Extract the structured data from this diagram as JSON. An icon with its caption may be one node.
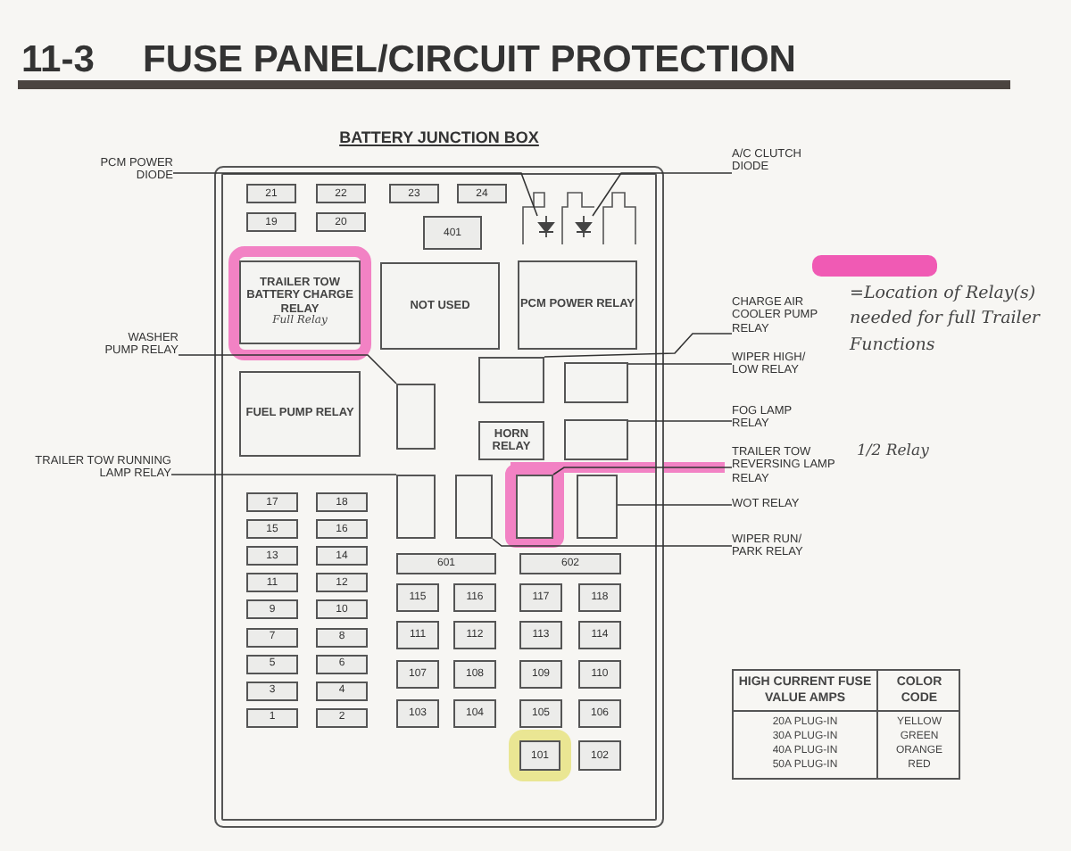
{
  "diagram": {
    "title": "FUSE PANEL/CIRCUIT PROTECTION",
    "nodes": [
      {
        "text": [
          "BATTERY JUNCTION BOX"
        ]
      },
      {
        "text": [
          "21"
        ],
        "in": 0
      },
      {
        "text": [
          "22"
        ],
        "in": 0
      },
      {
        "text": [
          "23"
        ],
        "in": 0
      },
      {
        "text": [
          "24"
        ],
        "in": 0
      },
      {
        "text": [
          "19"
        ],
        "in": 0
      },
      {
        "text": [
          "20"
        ],
        "in": 0
      },
      {
        "text": [
          "401"
        ],
        "in": 0
      },
      {
        "text": [],
        "shape": "diode",
        "in": 0
      },
      {
        "text": [],
        "shape": "diode",
        "in": 0
      },
      {
        "text": [
          "TRAILER TOW BATTERY CHARGE RELAY",
          "Full Relay"
        ],
        "in": 0
      },
      {
        "text": [
          "NOT USED"
        ],
        "in": 0
      },
      {
        "text": [
          "PCM POWER RELAY"
        ],
        "in": 0
      },
      {
        "text": [],
        "shape": "box",
        "in": 0
      },
      {
        "text": [],
        "shape": "box",
        "in": 0
      },
      {
        "text": [],
        "shape": "box",
        "in": 0
      },
      {
        "text": [
          "FUEL PUMP RELAY"
        ],
        "in": 0
      },
      {
        "text": [
          "HORN RELAY"
        ],
        "in": 0
      },
      {
        "text": [],
        "shape": "box",
        "in": 0
      },
      {
        "text": [],
        "shape": "box",
        "in": 0
      },
      {
        "text": [],
        "shape": "box",
        "in": 0
      },
      {
        "text": [],
        "shape": "box",
        "in": 0
      },
      {
        "text": [],
        "shape": "box",
        "in": 0
      },
      {
        "text": [
          "17"
        ],
        "in": 0
      },
      {
        "text": [
          "18"
        ],
        "in": 0
      },
      {
        "text": [
          "15"
        ],
        "in": 0
      },
      {
        "text": [
          "16"
        ],
        "in": 0
      },
      {
        "text": [
          "13"
        ],
        "in": 0
      },
      {
        "text": [
          "14"
        ],
        "in": 0
      },
      {
        "text": [
          "11"
        ],
        "in": 0
      },
      {
        "text": [
          "12"
        ],
        "in": 0
      },
      {
        "text": [
          "9"
        ],
        "in": 0
      },
      {
        "text": [
          "10"
        ],
        "in": 0
      },
      {
        "text": [
          "7"
        ],
        "in": 0
      },
      {
        "text": [
          "8"
        ],
        "in": 0
      },
      {
        "text": [
          "5"
        ],
        "in": 0
      },
      {
        "text": [
          "6"
        ],
        "in": 0
      },
      {
        "text": [
          "3"
        ],
        "in": 0
      },
      {
        "text": [
          "4"
        ],
        "in": 0
      },
      {
        "text": [
          "1"
        ],
        "in": 0
      },
      {
        "text": [
          "2"
        ],
        "in": 0
      },
      {
        "text": [
          "601"
        ],
        "in": 0
      },
      {
        "text": [
          "602"
        ],
        "in": 0
      },
      {
        "text": [
          "115"
        ],
        "in": 0
      },
      {
        "text": [
          "116"
        ],
        "in": 0
      },
      {
        "text": [
          "117"
        ],
        "in": 0
      },
      {
        "text": [
          "118"
        ],
        "in": 0
      },
      {
        "text": [
          "111"
        ],
        "in": 0
      },
      {
        "text": [
          "112"
        ],
        "in": 0
      },
      {
        "text": [
          "113"
        ],
        "in": 0
      },
      {
        "text": [
          "114"
        ],
        "in": 0
      },
      {
        "text": [
          "107"
        ],
        "in": 0
      },
      {
        "text": [
          "108"
        ],
        "in": 0
      },
      {
        "text": [
          "109"
        ],
        "in": 0
      },
      {
        "text": [
          "110"
        ],
        "in": 0
      },
      {
        "text": [
          "103"
        ],
        "in": 0
      },
      {
        "text": [
          "104"
        ],
        "in": 0
      },
      {
        "text": [
          "105"
        ],
        "in": 0
      },
      {
        "text": [
          "106"
        ],
        "in": 0
      },
      {
        "text": [
          "101"
        ],
        "in": 0
      },
      {
        "text": [
          "102"
        ],
        "in": 0
      },
      {
        "text": [
          "PCM POWER DIODE"
        ]
      },
      {
        "text": [
          "A/C CLUTCH DIODE"
        ]
      },
      {
        "text": [
          "WASHER PUMP RELAY"
        ]
      },
      {
        "text": [
          "TRAILER TOW RUNNING LAMP RELAY"
        ]
      },
      {
        "text": [
          "CHARGE AIR COOLER PUMP RELAY"
        ]
      },
      {
        "text": [
          "WIPER HIGH/ LOW RELAY"
        ]
      },
      {
        "text": [
          "FOG LAMP RELAY"
        ]
      },
      {
        "text": [
          "TRAILER TOW REVERSING LAMP RELAY"
        ],
        "beside": [
          "1/2 Relay"
        ]
      },
      {
        "text": [
          "WOT RELAY"
        ]
      },
      {
        "text": [
          "WIPER RUN/ PARK RELAY"
        ]
      }
    ],
    "edges": [
      {
        "from": 61,
        "to": 8,
        "arrow": "none"
      },
      {
        "from": 62,
        "to": 9,
        "arrow": "none"
      },
      {
        "from": 63,
        "to": 13,
        "arrow": "none"
      },
      {
        "from": 64,
        "to": 19,
        "arrow": "none"
      },
      {
        "from": 65,
        "to": 14,
        "arrow": "none"
      },
      {
        "from": 66,
        "to": 15,
        "arrow": "none"
      },
      {
        "from": 67,
        "to": 18,
        "arrow": "none"
      },
      {
        "from": 68,
        "to": 21,
        "arrow": "none"
      },
      {
        "from": 69,
        "to": 22,
        "arrow": "none"
      },
      {
        "from": 70,
        "to": 20,
        "arrow": "none"
      }
    ],
    "labels": [
      "11-3",
      "HIGH CURRENT FUSE VALUE AMPS",
      "COLOR CODE",
      "20A PLUG-IN",
      "YELLOW",
      "30A PLUG-IN",
      "GREEN",
      "40A PLUG-IN",
      "ORANGE",
      "50A PLUG-IN",
      "RED"
    ],
    "legend": [
      {
        "text": "=Location of Relay(s) needed for full Trailer Functions",
        "color": "#f05ab4"
      }
    ]
  }
}
